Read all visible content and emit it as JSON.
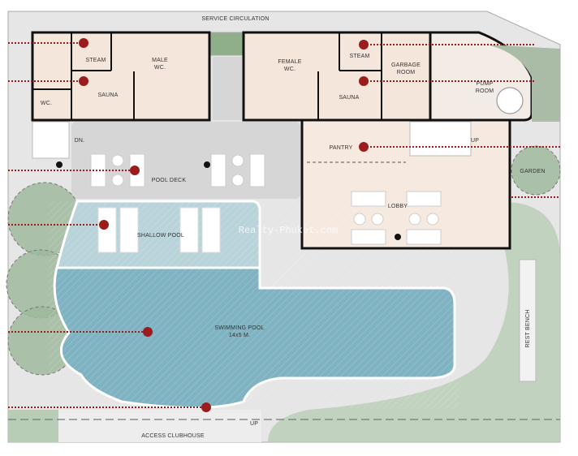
{
  "labels": {
    "service_circulation": "SERVICE CIRCULATION",
    "steam_male": "STEAM",
    "male_wc_1": "MALE",
    "male_wc_2": "WC.",
    "sauna_male": "SAUNA",
    "wc_small": "WC.",
    "female_wc_1": "FEMALE",
    "female_wc_2": "WC.",
    "steam_female": "STEAM",
    "sauna_female": "SAUNA",
    "garbage_1": "GARBAGE",
    "garbage_2": "ROOM",
    "pump_1": "PUMP",
    "pump_2": "ROOM",
    "dn": "DN.",
    "up_stair": "UP",
    "pantry": "PANTRY",
    "pool_deck": "POOL DECK",
    "lobby": "LOBBY",
    "garden": "GARDEN",
    "shallow_pool": "SHALLOW POOL",
    "swimming_pool_1": "SWIMMING POOL",
    "swimming_pool_2": "14x5 M.",
    "rest_bench": "REST BENCH",
    "access_clubhouse": "ACCESS CLUBHOUSE",
    "up_access": "UP"
  },
  "watermark": "Realty-Phuket.com",
  "colors": {
    "marker": "#9b1c1c",
    "pool": "#7fb3c2",
    "shallow": "#b9d3da",
    "room": "#f5e6dc",
    "green": "#9fb99c",
    "ground": "#e3e3e3"
  }
}
